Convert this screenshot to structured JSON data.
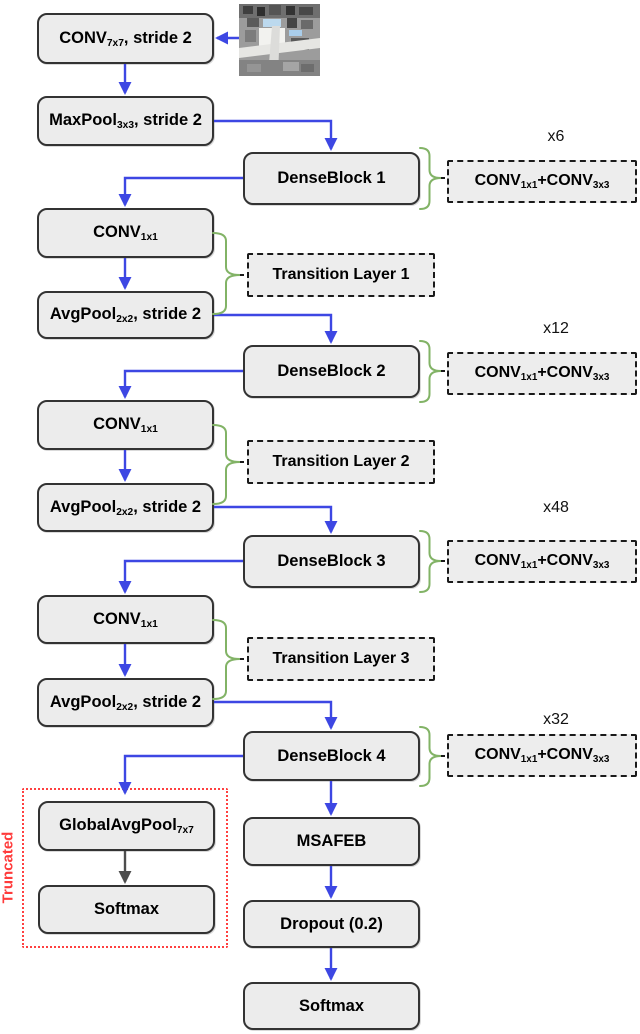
{
  "diagram": {
    "nodes": {
      "conv7x7": {
        "pre": "CONV",
        "sub": "7x7",
        "post": ", stride 2"
      },
      "maxpool": {
        "pre": "MaxPool",
        "sub": "3x3",
        "post": ", stride 2"
      },
      "denseblock1": {
        "label": "DenseBlock 1"
      },
      "conv1x1_1": {
        "pre": "CONV",
        "sub": "1x1",
        "post": ""
      },
      "avgpool1": {
        "pre": "AvgPool",
        "sub": "2x2",
        "post": ", stride 2"
      },
      "transition1": {
        "label": "Transition Layer 1"
      },
      "denseblock2": {
        "label": "DenseBlock 2"
      },
      "conv1x1_2": {
        "pre": "CONV",
        "sub": "1x1",
        "post": ""
      },
      "avgpool2": {
        "pre": "AvgPool",
        "sub": "2x2",
        "post": ", stride 2"
      },
      "transition2": {
        "label": "Transition Layer 2"
      },
      "denseblock3": {
        "label": "DenseBlock 3"
      },
      "conv1x1_3": {
        "pre": "CONV",
        "sub": "1x1",
        "post": ""
      },
      "avgpool3": {
        "pre": "AvgPool",
        "sub": "2x2",
        "post": ", stride 2"
      },
      "transition3": {
        "label": "Transition Layer 3"
      },
      "denseblock4": {
        "label": "DenseBlock 4"
      },
      "globalavgpool": {
        "pre": "GlobalAvgPool",
        "sub": "7x7",
        "post": ""
      },
      "softmax_truncated": {
        "label": "Softmax"
      },
      "msafeb": {
        "label": "MSAFEB"
      },
      "dropout": {
        "label": "Dropout (0.2)"
      },
      "softmax_out": {
        "label": "Softmax"
      }
    },
    "repeat_blocks": [
      {
        "multiplier": "x6",
        "pre": "CONV",
        "sub1": "1x1",
        "mid": "+CONV",
        "sub2": "3x3"
      },
      {
        "multiplier": "x12",
        "pre": "CONV",
        "sub1": "1x1",
        "mid": "+CONV",
        "sub2": "3x3"
      },
      {
        "multiplier": "x48",
        "pre": "CONV",
        "sub1": "1x1",
        "mid": "+CONV",
        "sub2": "3x3"
      },
      {
        "multiplier": "x32",
        "pre": "CONV",
        "sub1": "1x1",
        "mid": "+CONV",
        "sub2": "3x3"
      }
    ],
    "annotations": {
      "truncated": "Truncated"
    },
    "colors": {
      "arrow_blue": "#3d47e3",
      "brace_green": "#82b366",
      "truncated_red": "#ff4040",
      "box_fill": "#ececec",
      "box_border": "#333333",
      "dark_arrow": "#4d4d4d"
    }
  }
}
